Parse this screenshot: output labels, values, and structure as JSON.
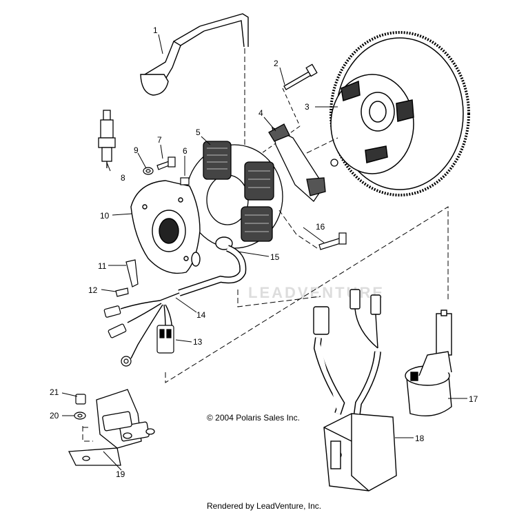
{
  "diagram": {
    "part_callouts": [
      "1",
      "2",
      "3",
      "4",
      "5",
      "6",
      "7",
      "8",
      "9",
      "10",
      "11",
      "12",
      "13",
      "14",
      "15",
      "16",
      "17",
      "18",
      "19",
      "20",
      "21"
    ],
    "copyright": "© 2004 Polaris Sales Inc.",
    "watermark": "LEADVENTURE",
    "footer": "Rendered by LeadVenture, Inc."
  }
}
